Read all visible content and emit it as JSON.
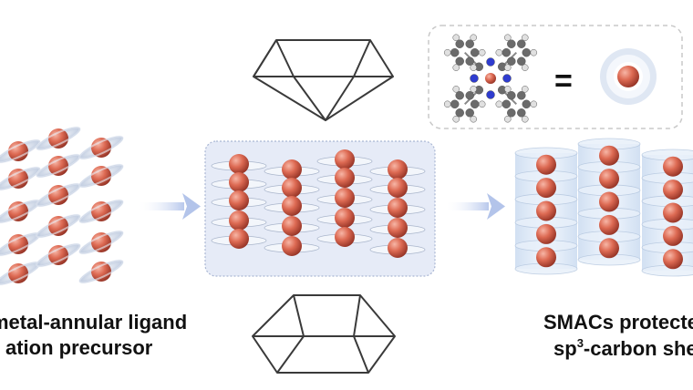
{
  "captions": {
    "left_line1": "metal-annular ligand",
    "left_line2": "ation precursor",
    "right_line1": "SMACs protecte",
    "right_line2_a": "sp",
    "right_line2_sup": "3",
    "right_line2_b": "-carbon she"
  },
  "legend": {
    "equals_sign": "="
  },
  "colors": {
    "metal_atom": "#d9664f",
    "ring": "#c9d3e3",
    "arrow": "#cbd6ef",
    "shell": "#d8e6f7",
    "box_fill": "#e6ebf7"
  }
}
